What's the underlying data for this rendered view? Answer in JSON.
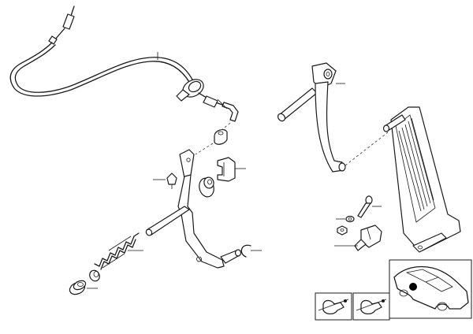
{
  "diagram": {
    "parts": [
      {
        "id": "accelerator-cable"
      },
      {
        "id": "cable-grommet"
      },
      {
        "id": "cable-end-fitting"
      },
      {
        "id": "bushing-upper"
      },
      {
        "id": "bushing-clip"
      },
      {
        "id": "rubber-bushing"
      },
      {
        "id": "push-clip"
      },
      {
        "id": "pedal-lever-bracket"
      },
      {
        "id": "return-spring"
      },
      {
        "id": "spring-cap"
      },
      {
        "id": "grommet-bottom"
      },
      {
        "id": "circlip"
      },
      {
        "id": "pedal-arm"
      },
      {
        "id": "accelerator-pedal-plate"
      },
      {
        "id": "screw"
      },
      {
        "id": "washer"
      },
      {
        "id": "nut"
      },
      {
        "id": "pedal-sensor"
      }
    ],
    "thumbnails": [
      {
        "id": "car-location-thumb"
      },
      {
        "id": "clip-thumb-1"
      },
      {
        "id": "clip-thumb-2"
      }
    ]
  }
}
